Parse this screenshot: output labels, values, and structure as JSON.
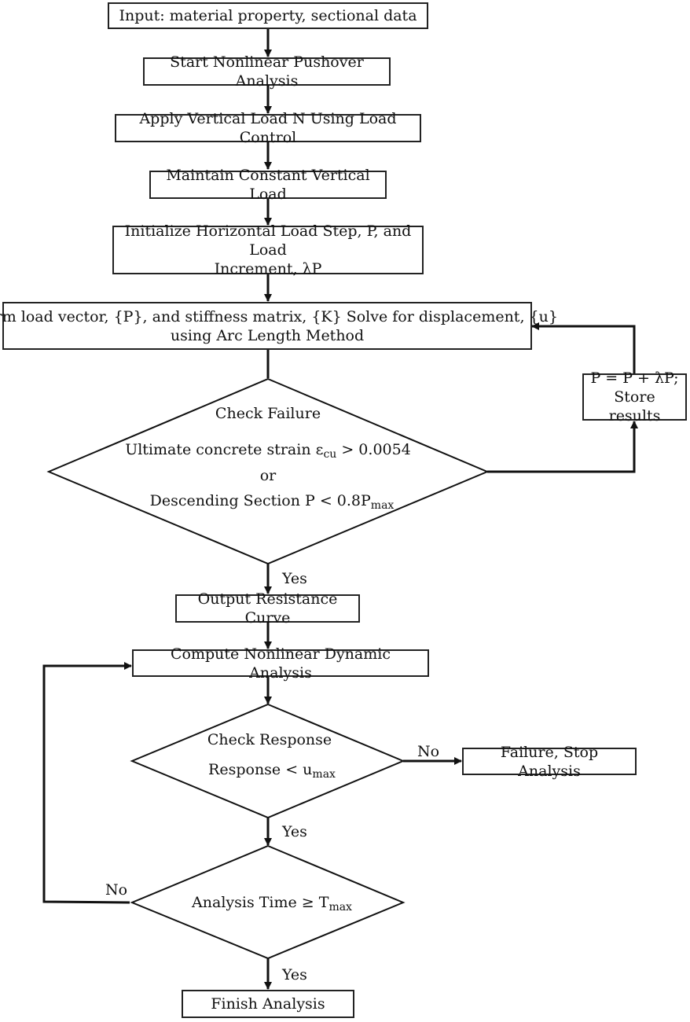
{
  "flowchart": {
    "input_box": "Input: material property, sectional data",
    "start_pushover": "Start Nonlinear Pushover Analysis",
    "apply_vertical": "Apply Vertical Load N Using Load Control",
    "maintain_vertical": "Maintain Constant Vertical Load",
    "init_line1": "Initialize Horizontal Load Step, P, and Load",
    "init_line2": "Increment, λP",
    "form_line1": "Form load vector, {P}, and stiffness matrix, {K} Solve for displacement, {u}",
    "form_line2": "using Arc Length Method",
    "check_failure": {
      "title": "Check Failure",
      "line1_prefix": "Ultimate concrete strain ε",
      "line1_sub": "cu",
      "line1_suffix": " > 0.0054",
      "or": "or",
      "line3_prefix": "Descending Section P < 0.8P",
      "line3_sub": "max"
    },
    "update_line1": "P = P + λP;",
    "update_line2": "Store results",
    "output_resistance": "Output Resistance Curve",
    "compute_dynamic": "Compute Nonlinear Dynamic Analysis",
    "check_response": {
      "title": "Check Response",
      "line_prefix": "Response < u",
      "line_sub": "max"
    },
    "failure_stop": "Failure, Stop Analysis",
    "analysis_time": {
      "prefix": "Analysis Time ≥ T",
      "sub": "max"
    },
    "finish": "Finish Analysis",
    "labels": {
      "yes_failure": "Yes",
      "no_response": "No",
      "yes_response": "Yes",
      "no_time": "No",
      "yes_time": "Yes"
    }
  }
}
